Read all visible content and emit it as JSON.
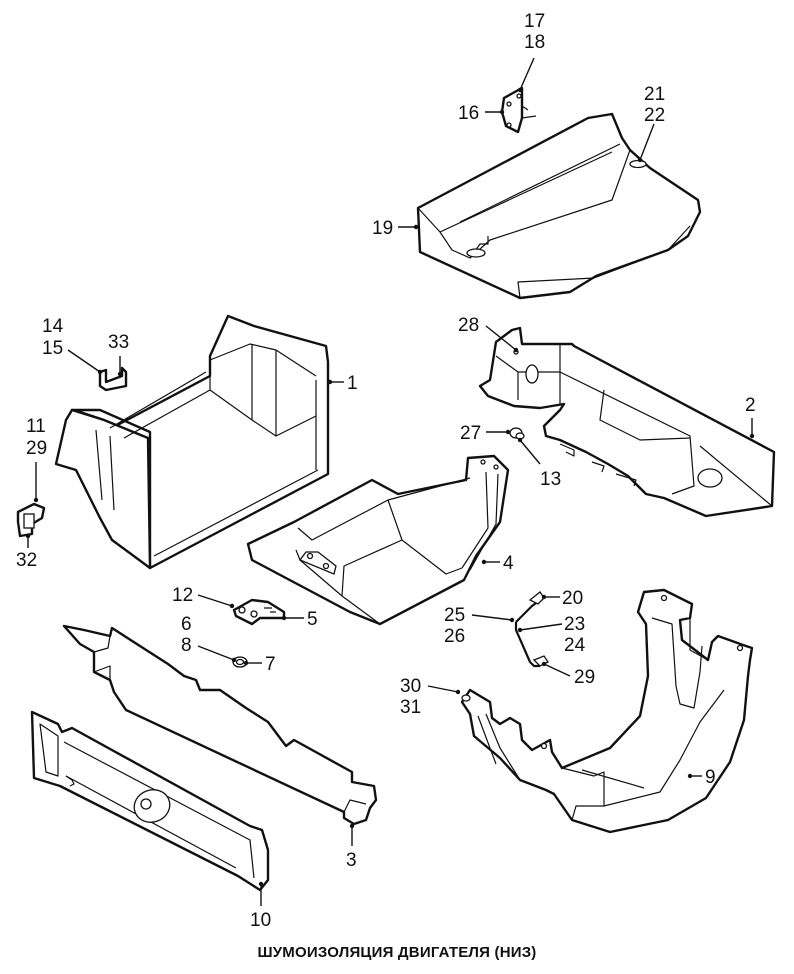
{
  "caption": "ШУМОИЗОЛЯЦИЯ ДВИГАТЕЛЯ (НИЗ)",
  "colors": {
    "line": "#111111",
    "background": "#ffffff"
  },
  "parts": [
    {
      "id": "top-plate",
      "labels": [
        "19",
        "21",
        "22"
      ]
    },
    {
      "id": "top-bracket",
      "labels": [
        "16",
        "17",
        "18"
      ]
    },
    {
      "id": "left-tray",
      "labels": [
        "1"
      ]
    },
    {
      "id": "small-bracket-left",
      "labels": [
        "14",
        "15",
        "33"
      ]
    },
    {
      "id": "clip-left",
      "labels": [
        "11",
        "29",
        "32"
      ]
    },
    {
      "id": "right-panel",
      "labels": [
        "2",
        "28"
      ]
    },
    {
      "id": "clip-nut",
      "labels": [
        "27",
        "13"
      ]
    },
    {
      "id": "center-tray",
      "labels": [
        "4"
      ]
    },
    {
      "id": "plate-bracket",
      "labels": [
        "12",
        "5"
      ]
    },
    {
      "id": "grommet",
      "labels": [
        "6",
        "8",
        "7"
      ]
    },
    {
      "id": "rod-bracket",
      "labels": [
        "25",
        "26",
        "20",
        "23",
        "24",
        "29"
      ]
    },
    {
      "id": "long-panel",
      "labels": [
        "3"
      ]
    },
    {
      "id": "front-cover",
      "labels": [
        "10"
      ]
    },
    {
      "id": "u-shield",
      "labels": [
        "30",
        "31",
        "9"
      ]
    }
  ],
  "callouts": {
    "c17": "17",
    "c18": "18",
    "c16": "16",
    "c21": "21",
    "c22": "22",
    "c19": "19",
    "c14": "14",
    "c15": "15",
    "c33": "33",
    "c1": "1",
    "c11": "11",
    "c29a": "29",
    "c32": "32",
    "c28": "28",
    "c2": "2",
    "c27": "27",
    "c13": "13",
    "c4": "4",
    "c12": "12",
    "c5": "5",
    "c6": "6",
    "c8": "8",
    "c7": "7",
    "c20": "20",
    "c25": "25",
    "c26": "26",
    "c23": "23",
    "c24": "24",
    "c29b": "29",
    "c30": "30",
    "c31": "31",
    "c9": "9",
    "c3": "3",
    "c10": "10"
  }
}
